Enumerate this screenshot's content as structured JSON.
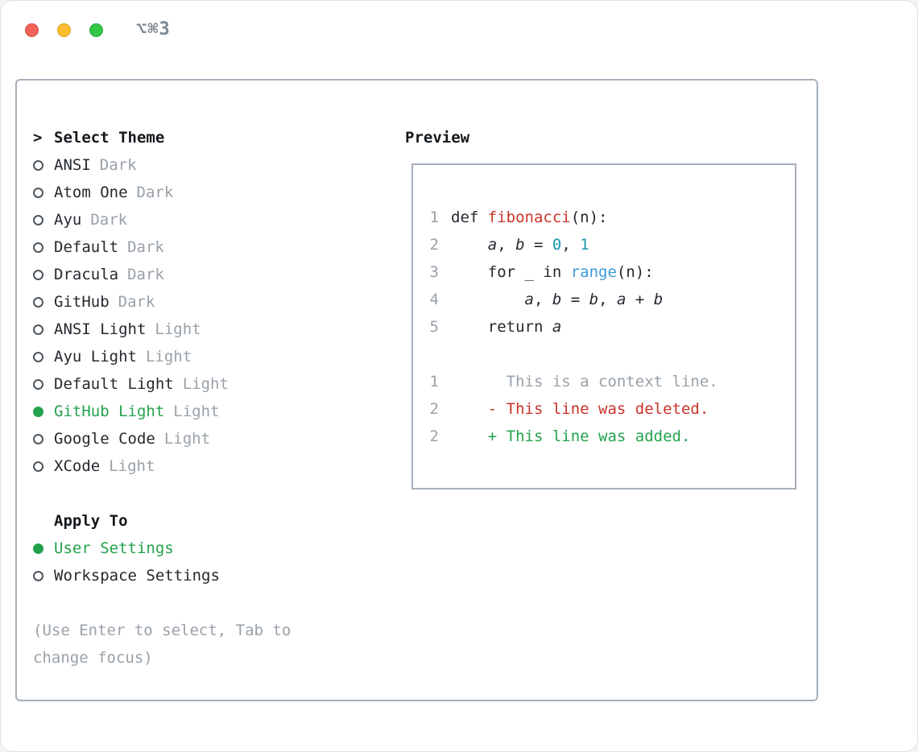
{
  "window": {
    "shortcut": "⌥⌘3"
  },
  "selector": {
    "prompt": ">",
    "title": "Select Theme",
    "themes": [
      {
        "name": "ANSI",
        "variant": "Dark",
        "selected": false
      },
      {
        "name": "Atom One",
        "variant": "Dark",
        "selected": false
      },
      {
        "name": "Ayu",
        "variant": "Dark",
        "selected": false
      },
      {
        "name": "Default",
        "variant": "Dark",
        "selected": false
      },
      {
        "name": "Dracula",
        "variant": "Dark",
        "selected": false
      },
      {
        "name": "GitHub",
        "variant": "Dark",
        "selected": false
      },
      {
        "name": "ANSI Light",
        "variant": "Light",
        "selected": false
      },
      {
        "name": "Ayu Light",
        "variant": "Light",
        "selected": false
      },
      {
        "name": "Default Light",
        "variant": "Light",
        "selected": false
      },
      {
        "name": "GitHub Light",
        "variant": "Light",
        "selected": true
      },
      {
        "name": "Google Code",
        "variant": "Light",
        "selected": false
      },
      {
        "name": "XCode",
        "variant": "Light",
        "selected": false
      }
    ],
    "apply_to": {
      "title": "Apply To",
      "options": [
        {
          "label": "User Settings",
          "selected": true
        },
        {
          "label": "Workspace Settings",
          "selected": false
        }
      ]
    },
    "hint": "(Use Enter to select, Tab to change focus)"
  },
  "preview": {
    "title": "Preview",
    "code": [
      {
        "num": "1",
        "tokens": [
          {
            "t": "def "
          },
          {
            "t": "fibonacci",
            "c": "red"
          },
          {
            "t": "(n):"
          }
        ]
      },
      {
        "num": "2",
        "tokens": [
          {
            "t": "    "
          },
          {
            "t": "a",
            "c": "it"
          },
          {
            "t": ", "
          },
          {
            "t": "b",
            "c": "it"
          },
          {
            "t": " = "
          },
          {
            "t": "0",
            "c": "num"
          },
          {
            "t": ", "
          },
          {
            "t": "1",
            "c": "num"
          }
        ]
      },
      {
        "num": "3",
        "tokens": [
          {
            "t": "    for _ in "
          },
          {
            "t": "range",
            "c": "blue"
          },
          {
            "t": "(n):"
          }
        ]
      },
      {
        "num": "4",
        "tokens": [
          {
            "t": "        "
          },
          {
            "t": "a",
            "c": "it"
          },
          {
            "t": ", "
          },
          {
            "t": "b",
            "c": "it"
          },
          {
            "t": " = "
          },
          {
            "t": "b",
            "c": "it"
          },
          {
            "t": ", "
          },
          {
            "t": "a",
            "c": "it"
          },
          {
            "t": " + "
          },
          {
            "t": "b",
            "c": "it"
          }
        ]
      },
      {
        "num": "5",
        "tokens": [
          {
            "t": "    return "
          },
          {
            "t": "a",
            "c": "it"
          }
        ]
      }
    ],
    "diff": [
      {
        "num": "1",
        "tokens": [
          {
            "t": "      This is a context line.",
            "c": "gray"
          }
        ]
      },
      {
        "num": "2",
        "tokens": [
          {
            "t": "    - This line was deleted.",
            "c": "red"
          }
        ]
      },
      {
        "num": "2",
        "tokens": [
          {
            "t": "    + This line was added.",
            "c": "green"
          }
        ]
      }
    ]
  },
  "colors": {
    "accent_green": "#23a24c",
    "accent_red": "#cb342c",
    "number_teal": "#1897ad",
    "builtin_blue": "#3c9bd8",
    "muted_gray": "#99a1a9",
    "text_black": "#24292f",
    "panel_border": "#a6b0ba",
    "traffic_red": "#f26257",
    "traffic_yellow": "#fcbd2e",
    "traffic_green": "#33c748"
  }
}
